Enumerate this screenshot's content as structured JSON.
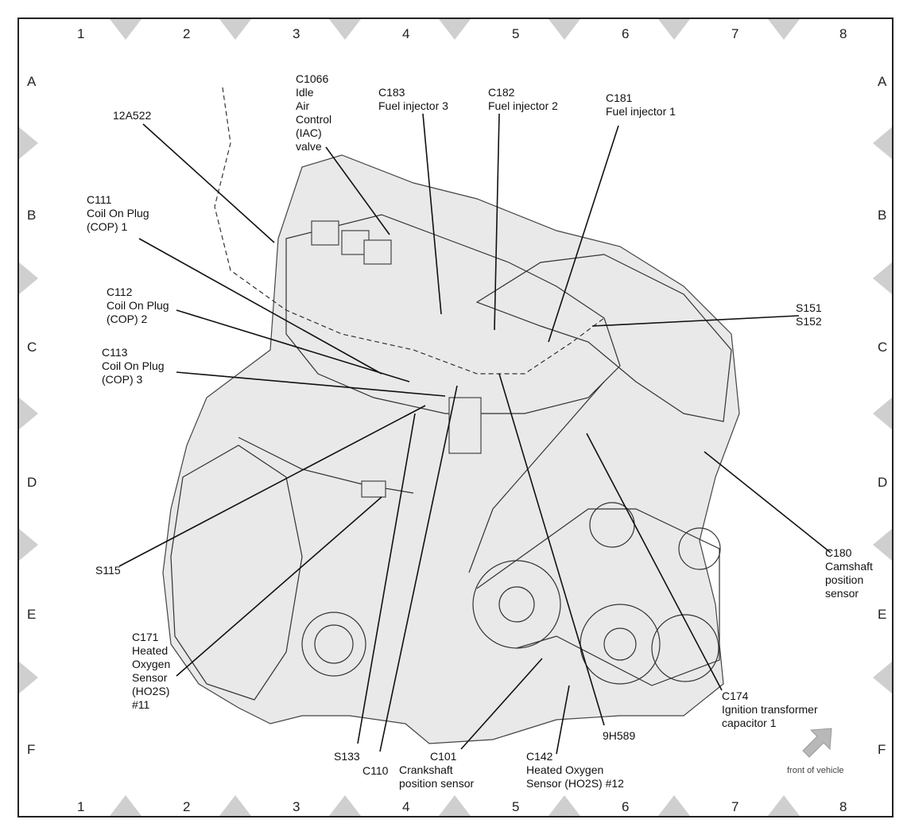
{
  "grid": {
    "columns": [
      "1",
      "2",
      "3",
      "4",
      "5",
      "6",
      "7",
      "8"
    ],
    "rows": [
      "A",
      "B",
      "C",
      "D",
      "E",
      "F"
    ]
  },
  "labels": {
    "c1066": [
      "C1066",
      "Idle",
      "Air",
      "Control",
      "(IAC)",
      "valve"
    ],
    "c183": [
      "C183",
      "Fuel injector 3"
    ],
    "c182": [
      "C182",
      "Fuel injector 2"
    ],
    "c181": [
      "C181",
      "Fuel injector 1"
    ],
    "a12a522": [
      "12A522"
    ],
    "c111": [
      "C111",
      "Coil On Plug",
      "(COP) 1"
    ],
    "c112": [
      "C112",
      "Coil On Plug",
      "(COP) 2"
    ],
    "c113": [
      "C113",
      "Coil On Plug",
      "(COP) 3"
    ],
    "s151": [
      "S151",
      "S152"
    ],
    "s115": [
      "S115"
    ],
    "c180": [
      "C180",
      "Camshaft",
      "position",
      "sensor"
    ],
    "c171": [
      "C171",
      "Heated",
      "Oxygen",
      "Sensor",
      "(HO2S)",
      "#11"
    ],
    "c174": [
      "C174",
      "Ignition transformer",
      "capacitor 1"
    ],
    "h9h589": [
      "9H589"
    ],
    "s133": [
      "S133"
    ],
    "c110": [
      "C110"
    ],
    "c101": [
      "C101",
      "Crankshaft",
      "position sensor"
    ],
    "c142": [
      "C142",
      "Heated Oxygen",
      "Sensor (HO2S) #12"
    ]
  },
  "front_of_vehicle": "front of vehicle",
  "colors": {
    "arrow": "#b8b8b8",
    "markers": "#cfcfcf",
    "frame": "#222222"
  }
}
